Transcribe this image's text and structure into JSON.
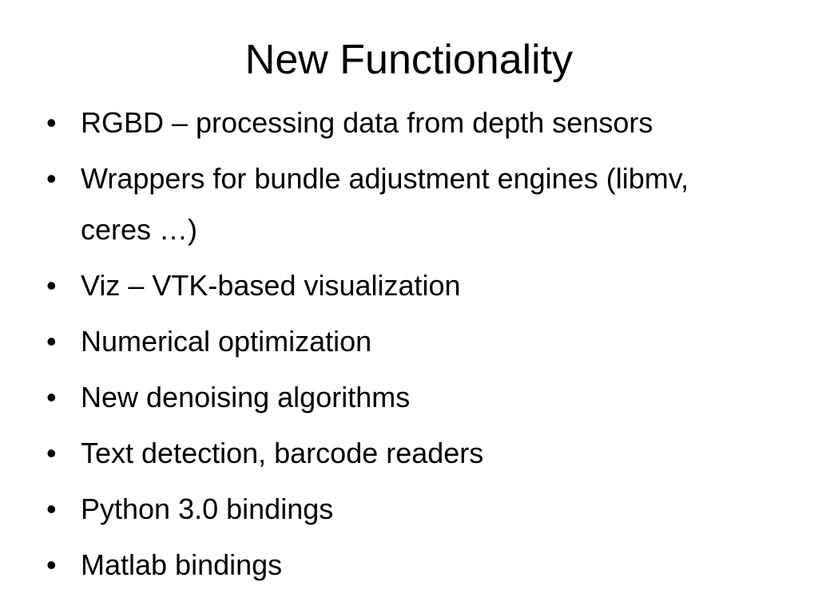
{
  "slide": {
    "title": "New Functionality",
    "bullet_symbol": "•",
    "bullets": [
      {
        "text": "RGBD – processing data from depth sensors"
      },
      {
        "text": "Wrappers for bundle adjustment engines (libmv, ceres …)"
      },
      {
        "text": "Viz – VTK-based visualization"
      },
      {
        "text": "Numerical optimization"
      },
      {
        "text": "New denoising algorithms"
      },
      {
        "text": "Text detection, barcode readers"
      },
      {
        "text": "Python 3.0 bindings"
      },
      {
        "text": "Matlab bindings"
      }
    ]
  }
}
